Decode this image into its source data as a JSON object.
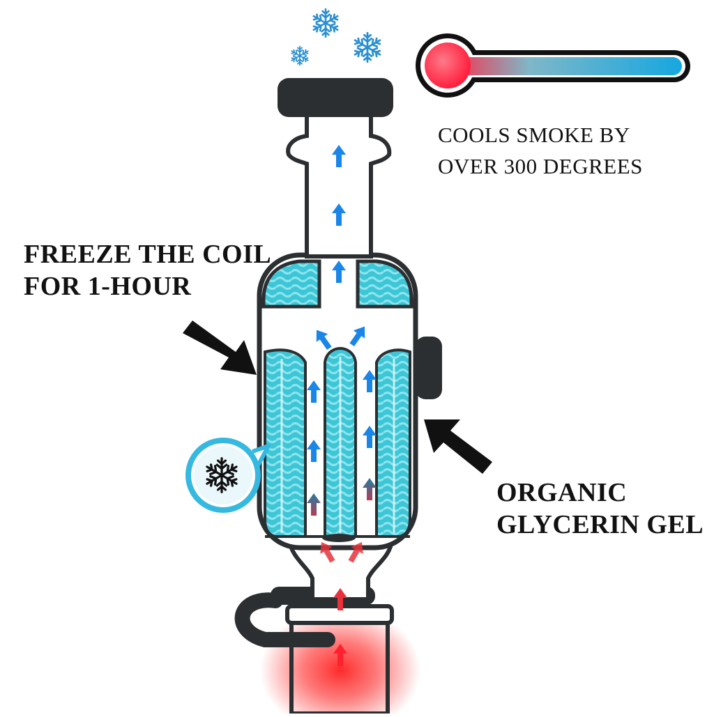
{
  "labels": {
    "cools": [
      "COOLS SMOKE BY",
      "OVER 300 DEGREES"
    ],
    "freeze": [
      "FREEZE THE COIL",
      "FOR 1-HOUR"
    ],
    "glycerin": [
      "ORGANIC",
      "GLYCERIN GEL"
    ]
  },
  "icons": {
    "snowflakes_top": "snowflake-icon",
    "thermometer": "thermometer-icon",
    "freeze_badge": "snowflake-icon"
  },
  "colors": {
    "outline": "#2b2f31",
    "glass_fill": "#ffffff",
    "gel": "#3cc6d6",
    "gel_wave": "#8fe4ee",
    "arrow_blue": "#1a86e8",
    "arrow_red": "#e8313a",
    "heat_glow": "#ff2a2a",
    "snow": "#2a8fd0",
    "thermo_blue": "#16a7e0",
    "thermo_red": "#ff2845"
  }
}
